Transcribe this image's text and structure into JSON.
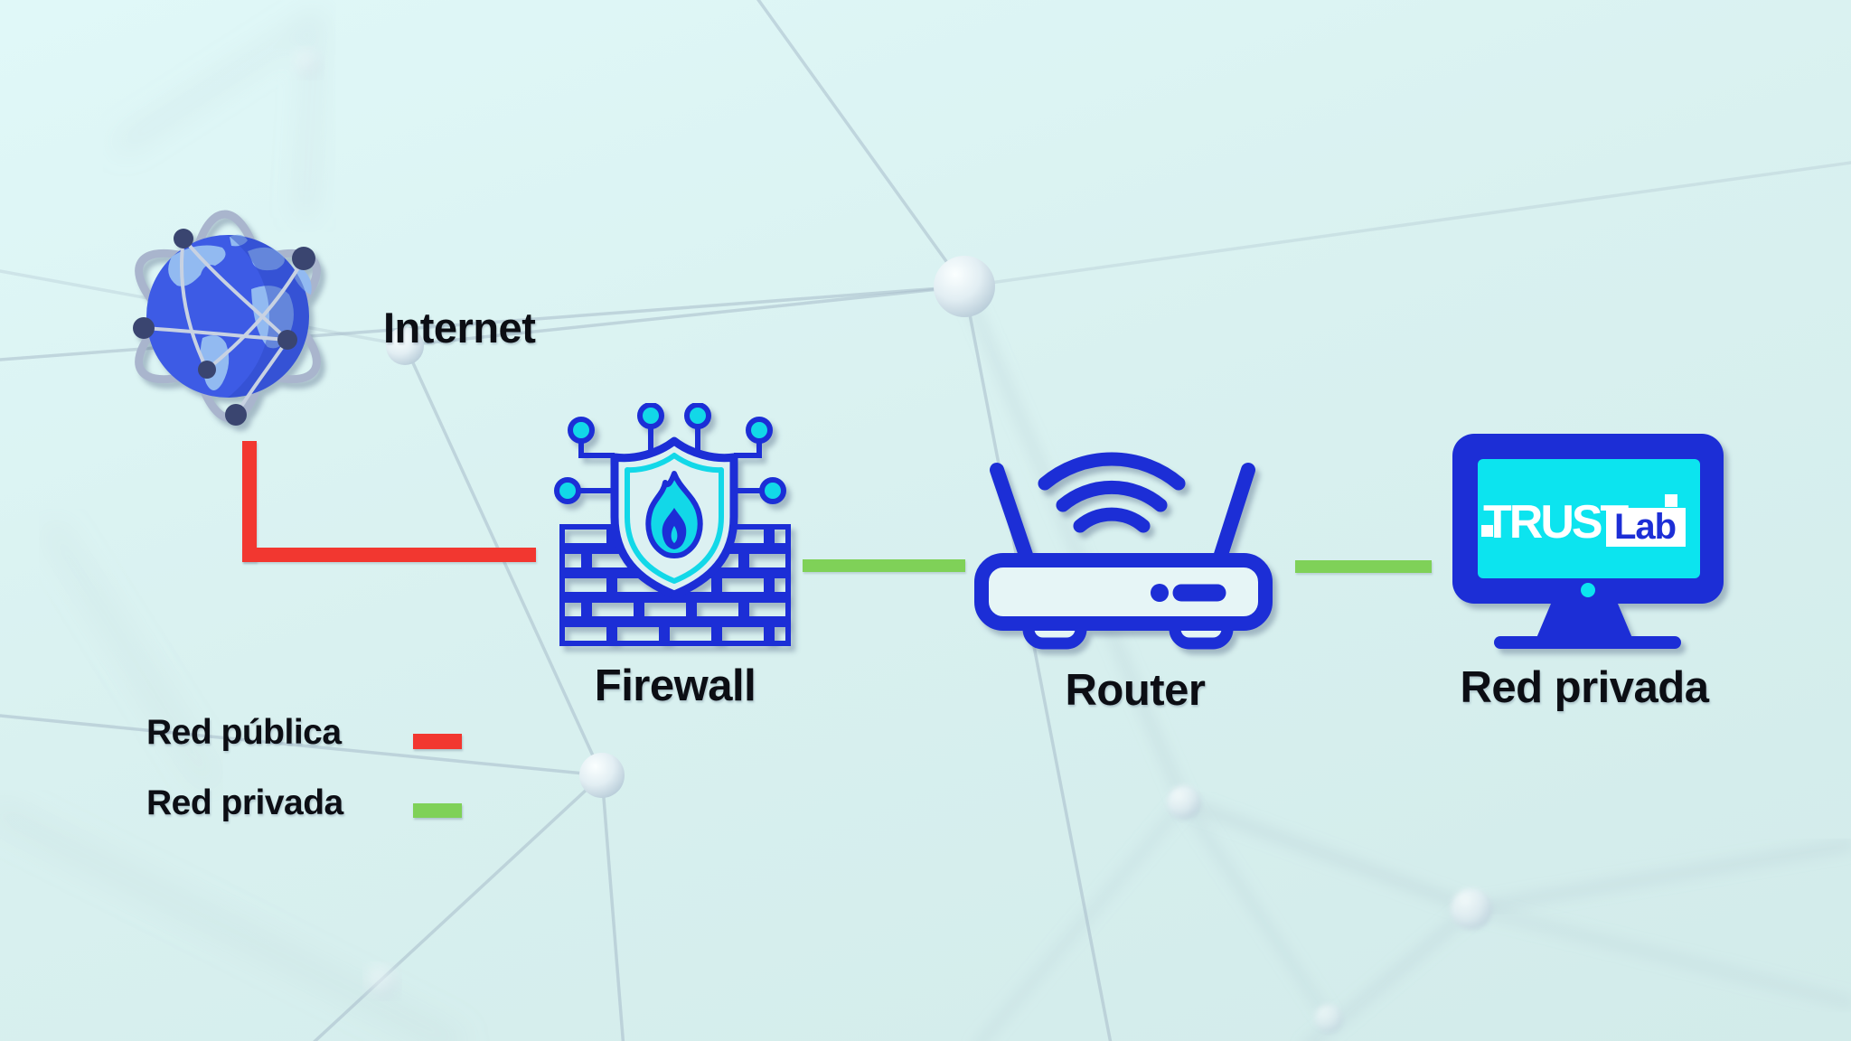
{
  "title_none": "",
  "nodes": {
    "internet": {
      "label": "Internet",
      "icon": "globe-network-icon"
    },
    "firewall": {
      "label": "Firewall",
      "icon": "shield-flame-brickwall-icon"
    },
    "router": {
      "label": "Router",
      "icon": "wifi-router-icon"
    },
    "private_network": {
      "label": "Red privada",
      "icon": "desktop-monitor-icon"
    }
  },
  "logo": {
    "trust": "TRUST",
    "lab": "Lab"
  },
  "connections": [
    {
      "from": "internet",
      "to": "firewall",
      "network": "Red pública"
    },
    {
      "from": "firewall",
      "to": "router",
      "network": "Red privada"
    },
    {
      "from": "router",
      "to": "private_network",
      "network": "Red privada"
    }
  ],
  "legend": {
    "public": {
      "label": "Red pública",
      "color": "#f23730"
    },
    "private": {
      "label": "Red privada",
      "color": "#7fd158"
    }
  },
  "colors": {
    "bg": "#d9f1f0",
    "blue": "#1c2ed6",
    "cyan": "#12d8e8",
    "screen": "#0ce4ef",
    "red": "#f23730",
    "green": "#7fd158",
    "ink": "#0c0e14"
  }
}
